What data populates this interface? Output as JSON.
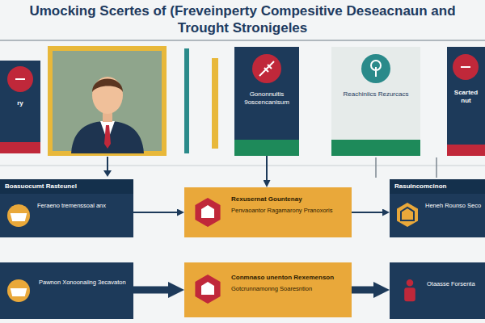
{
  "diagram": {
    "title": "Umocking Scertes of (Freveinperty Compesitive Deseacnaun and Trought Stronigeles",
    "nodes": [
      {
        "text": [
          "ry"
        ]
      },
      {
        "text": [
          "Gononnuitis 9oscencanisum"
        ]
      },
      {
        "text": [
          "Reachiniics Rezurcacs"
        ]
      },
      {
        "text": [
          "Scarted nut"
        ]
      },
      {
        "text": [
          "Boasuocumt Rasteunel",
          "Feraeno tremenssoal anx"
        ]
      },
      {
        "text": [
          "Rexusernat Gountenay",
          "Penvaoantor Ragamarony Pranoxoris"
        ]
      },
      {
        "text": [
          "Rasuincomcinon",
          "Heneh Rounso Seco"
        ]
      },
      {
        "text": [
          "Pawnon Xonoonaiing 3ecavaton"
        ]
      },
      {
        "text": [
          "Conmnaso unenton Rexemenson",
          "Gotcrunnamonng Soaresntion"
        ]
      },
      {
        "text": [
          "Otaasse Forsenta"
        ]
      }
    ],
    "edges": [
      {
        "from": 1,
        "to": 5,
        "arrow": "to"
      },
      {
        "from": 4,
        "to": 5,
        "arrow": "to"
      },
      {
        "from": 5,
        "to": 6,
        "arrow": "to"
      },
      {
        "from": 7,
        "to": 8,
        "arrow": "to"
      },
      {
        "from": 8,
        "to": 9,
        "arrow": "to"
      }
    ]
  }
}
